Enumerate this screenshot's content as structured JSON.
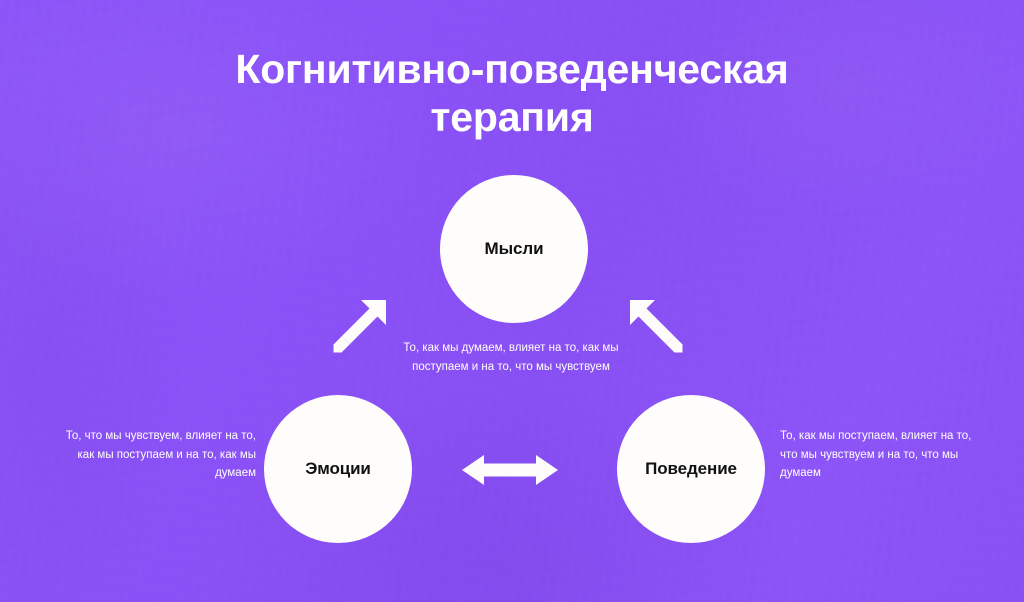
{
  "page": {
    "title": "Когнитивно-поведенческая\nтерапия",
    "background_color": "#8B52F7",
    "circle_color": "#FFFDFB",
    "text_color": "#FFFFFF",
    "label_color": "#111111"
  },
  "nodes": [
    {
      "id": "thoughts",
      "label": "Мысли"
    },
    {
      "id": "emotions",
      "label": "Эмоции"
    },
    {
      "id": "behavior",
      "label": "Поведение"
    }
  ],
  "descriptions": {
    "center": "То, как мы думаем, влияет на то, как мы поступаем и на то, что мы чувствуем",
    "left": "То, что мы чувствуем, влияет на то, как мы поступаем и на то, как мы думаем",
    "right": "То, как мы поступаем, влияет на то, что мы чувствуем и на то, что мы думаем"
  },
  "arrows": [
    {
      "id": "thoughts-emotions",
      "direction": "double-diagonal-ne-sw"
    },
    {
      "id": "thoughts-behavior",
      "direction": "double-diagonal-nw-se"
    },
    {
      "id": "emotions-behavior",
      "direction": "double-horizontal"
    }
  ]
}
